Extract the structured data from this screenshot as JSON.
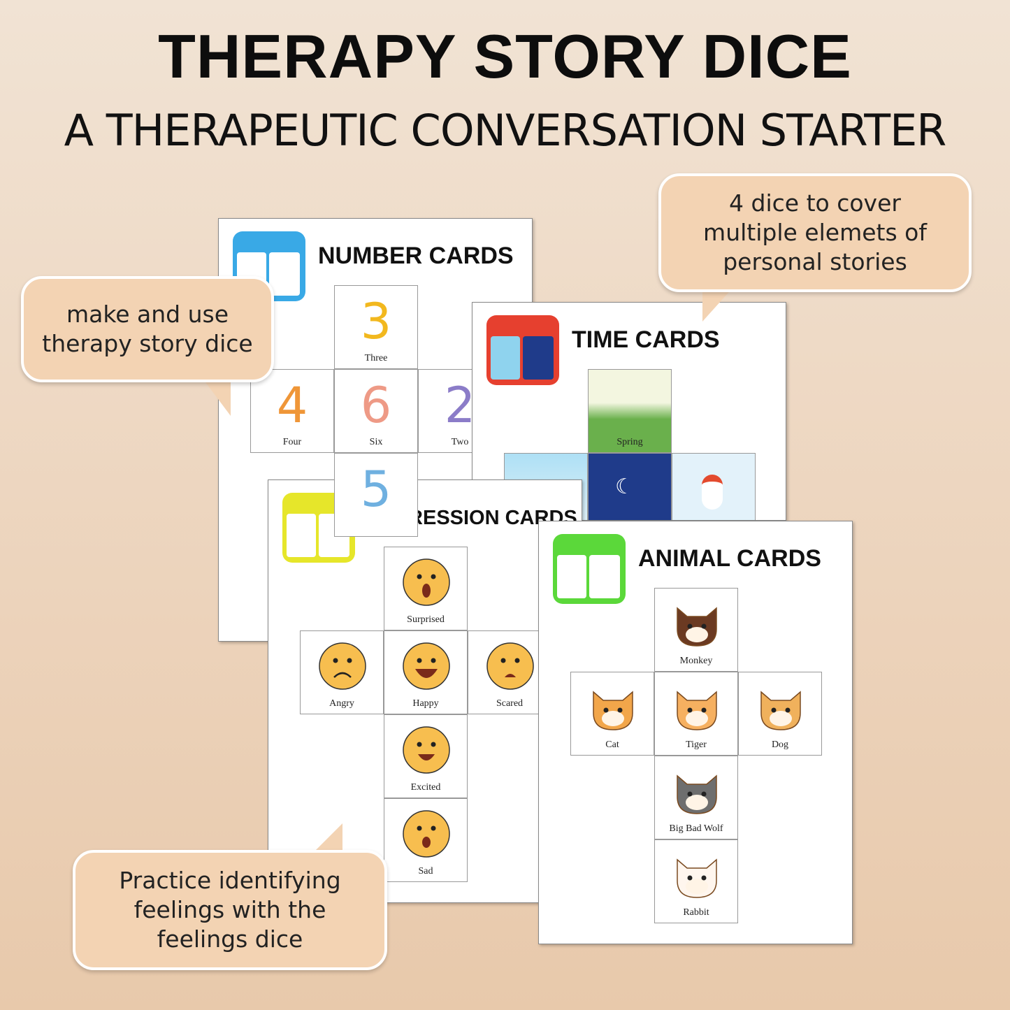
{
  "header": {
    "title": "THERAPY STORY DICE",
    "subtitle": "A THERAPEUTIC CONVERSATION STARTER"
  },
  "sheets": {
    "number": {
      "title": "NUMBER CARDS",
      "cards": [
        {
          "value": "3",
          "label": "Three",
          "color": "#f2b81e"
        },
        {
          "value": "4",
          "label": "Four",
          "color": "#ef9638"
        },
        {
          "value": "6",
          "label": "Six",
          "color": "#ee9a86"
        },
        {
          "value": "2",
          "label": "Two",
          "color": "#8b7cc8"
        },
        {
          "value": "5",
          "label": "",
          "color": "#6fb0e0"
        }
      ],
      "dice_color": "#39a9e6"
    },
    "time": {
      "title": "TIME CARDS",
      "cards": [
        {
          "label": "Spring",
          "scene": "spring"
        },
        {
          "label": "",
          "scene": "summer"
        },
        {
          "label": "",
          "scene": "night"
        },
        {
          "label": "",
          "scene": "winter"
        }
      ],
      "dice_color": "#e6402f"
    },
    "expression": {
      "title": "EXPRESSION CARDS",
      "cards": [
        {
          "label": "Surprised"
        },
        {
          "label": "Angry"
        },
        {
          "label": "Happy"
        },
        {
          "label": "Scared"
        },
        {
          "label": "Excited"
        },
        {
          "label": "Sad"
        }
      ],
      "dice_color": "#e6e62a"
    },
    "animal": {
      "title": "ANIMAL CARDS",
      "cards": [
        {
          "label": "Monkey",
          "color": "#6b3a22"
        },
        {
          "label": "Cat",
          "color": "#f2a64a"
        },
        {
          "label": "Tiger",
          "color": "#f6b060"
        },
        {
          "label": "Dog",
          "color": "#f0b15c"
        },
        {
          "label": "Big Bad Wolf",
          "color": "#6e6e6e"
        },
        {
          "label": "Rabbit",
          "color": "#fff6ee"
        }
      ],
      "dice_color": "#5bd83a"
    }
  },
  "callouts": {
    "left": "make and use therapy story dice",
    "right": "4 dice to cover multiple elemets of personal stories",
    "bottom": "Practice identifying feelings with the feelings dice"
  },
  "colors": {
    "bubble": "#f3d3b3",
    "face": "#f7be4f"
  }
}
